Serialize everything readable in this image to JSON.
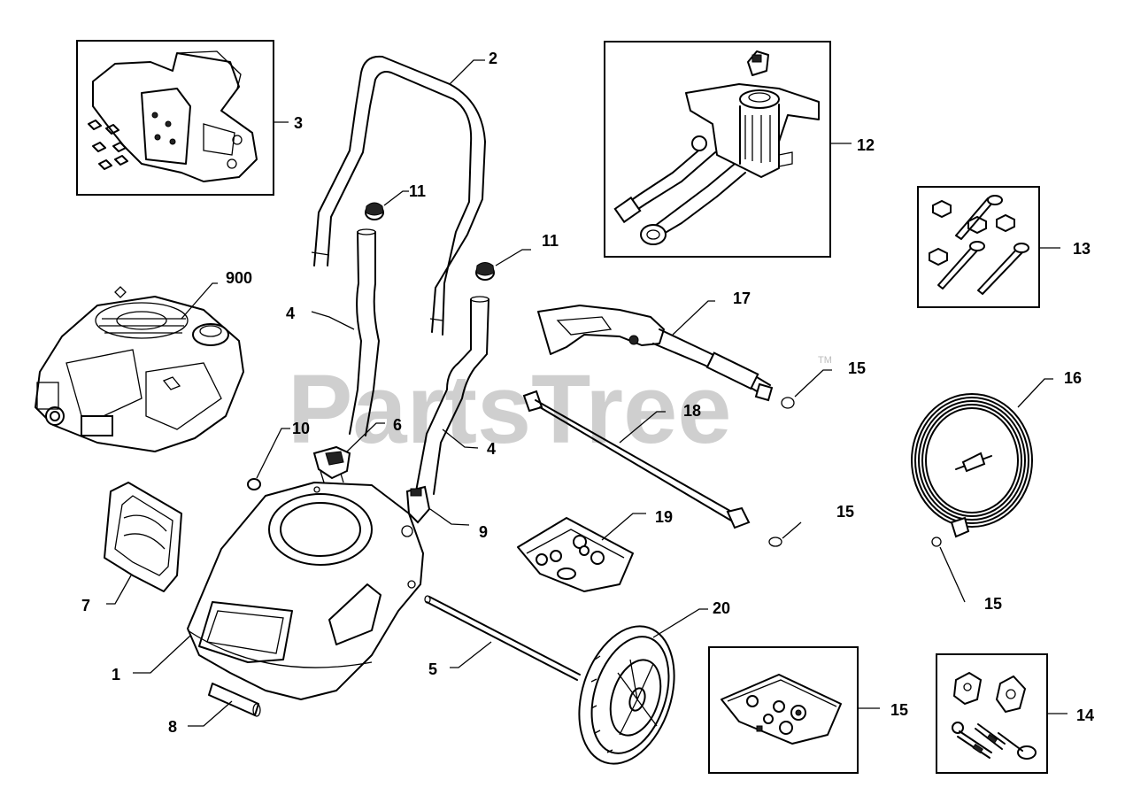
{
  "watermark": {
    "text": "PartsTree",
    "trademark": "TM"
  },
  "callouts": {
    "c2": "2",
    "c3": "3",
    "c900": "900",
    "c4a": "4",
    "c4b": "4",
    "c11a": "11",
    "c11b": "11",
    "c12": "12",
    "c13": "13",
    "c17": "17",
    "c15a": "15",
    "c16": "16",
    "c18": "18",
    "c10": "10",
    "c6": "6",
    "c15b": "15",
    "c19": "19",
    "c9": "9",
    "c7": "7",
    "c15c": "15",
    "c20": "20",
    "c1": "1",
    "c5": "5",
    "c15d": "15",
    "c14": "14",
    "c8": "8"
  }
}
